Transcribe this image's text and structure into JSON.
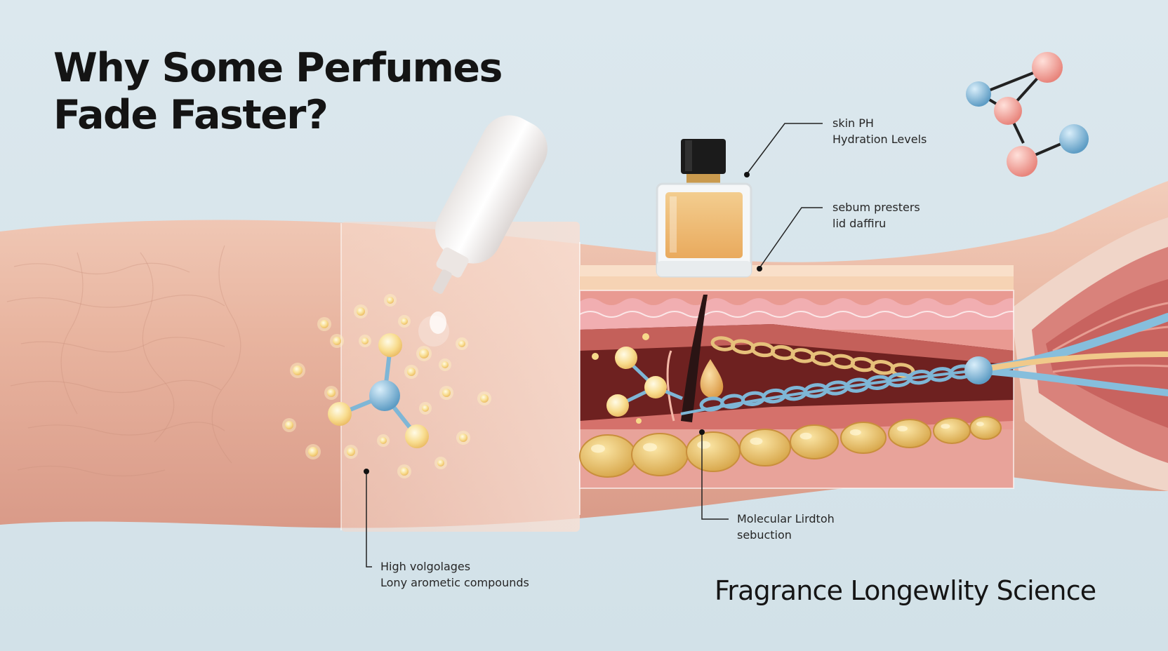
{
  "title": {
    "line1": "Why Some Perfumes",
    "line2": "Fade Faster?"
  },
  "callouts": {
    "skin": {
      "line1": "skin PH",
      "line2": "Hydration Levels"
    },
    "sebum": {
      "line1": "sebum presters",
      "line2": "lid daffiru"
    },
    "molecular": {
      "line1": "Molecular Lirdtoh",
      "line2": "sebuction"
    },
    "volatile": {
      "line1": "High volgolages",
      "line2": "Lony arometic compounds"
    }
  },
  "footer": {
    "brand": "Fragrance Longewlity Science"
  },
  "colors": {
    "background": "#d6e4ea",
    "skin": "#eab7a1",
    "molecule_blue": "#7eb6d6",
    "molecule_pink": "#f2a6a0",
    "glow": "#f7d98a",
    "perfume": "#eeb870",
    "cap": "#1b1b1b"
  }
}
